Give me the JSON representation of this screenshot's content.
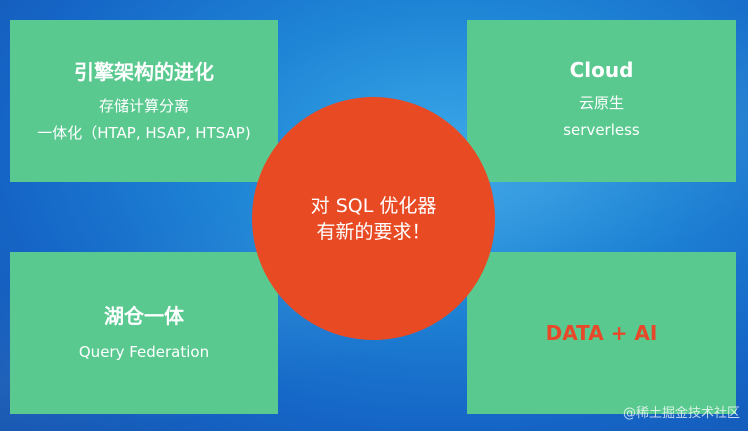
{
  "top_left": {
    "title": "引擎架构的进化",
    "lines": [
      "存储计算分离",
      "一体化（HTAP, HSAP, HTSAP)"
    ]
  },
  "top_right": {
    "title": "Cloud",
    "lines": [
      "云原生",
      "serverless"
    ]
  },
  "bottom_left": {
    "title": "湖仓一体",
    "lines": [
      "Query Federation"
    ]
  },
  "bottom_right": {
    "title": "DATA + AI"
  },
  "center": {
    "lines": [
      "对 SQL 优化器",
      "有新的要求！"
    ]
  },
  "watermark": "@稀土掘金技术社区",
  "colors": {
    "box": "#59c98f",
    "circle": "#e84a24",
    "accent_text": "#e8482a",
    "background": "#1f86d6"
  }
}
